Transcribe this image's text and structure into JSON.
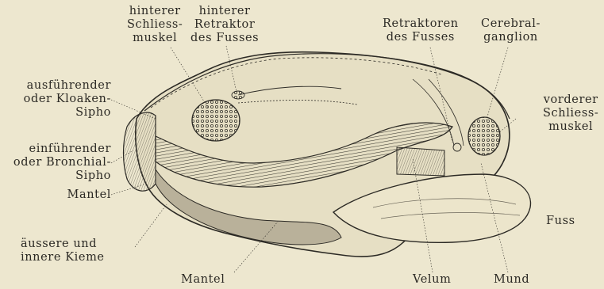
{
  "labels": {
    "posterior_adductor": [
      "hinterer",
      "Schliess-",
      "muskel"
    ],
    "posterior_foot_retractor": [
      "hinterer",
      "Retraktor",
      "des Fusses"
    ],
    "foot_retractors": [
      "Retraktoren",
      "des Fusses"
    ],
    "cerebral_ganglion": [
      "Cerebral-",
      "ganglion"
    ],
    "excurrent_siphon": [
      "ausführender",
      "oder Kloaken-",
      "Sipho"
    ],
    "anterior_adductor": [
      "vorderer",
      "Schliess-",
      "muskel"
    ],
    "incurrent_siphon": [
      "einführender",
      "oder Bronchial-",
      "Sipho"
    ],
    "mantle_left": "Mantel",
    "foot": "Fuss",
    "gills": [
      "äussere und",
      "innere Kieme"
    ],
    "mantle_bottom": "Mantel",
    "velum": "Velum",
    "mouth": "Mund"
  },
  "colors": {
    "background": "#ede7cf",
    "ink": "#2c2a25",
    "shade": "#b9b19a"
  }
}
